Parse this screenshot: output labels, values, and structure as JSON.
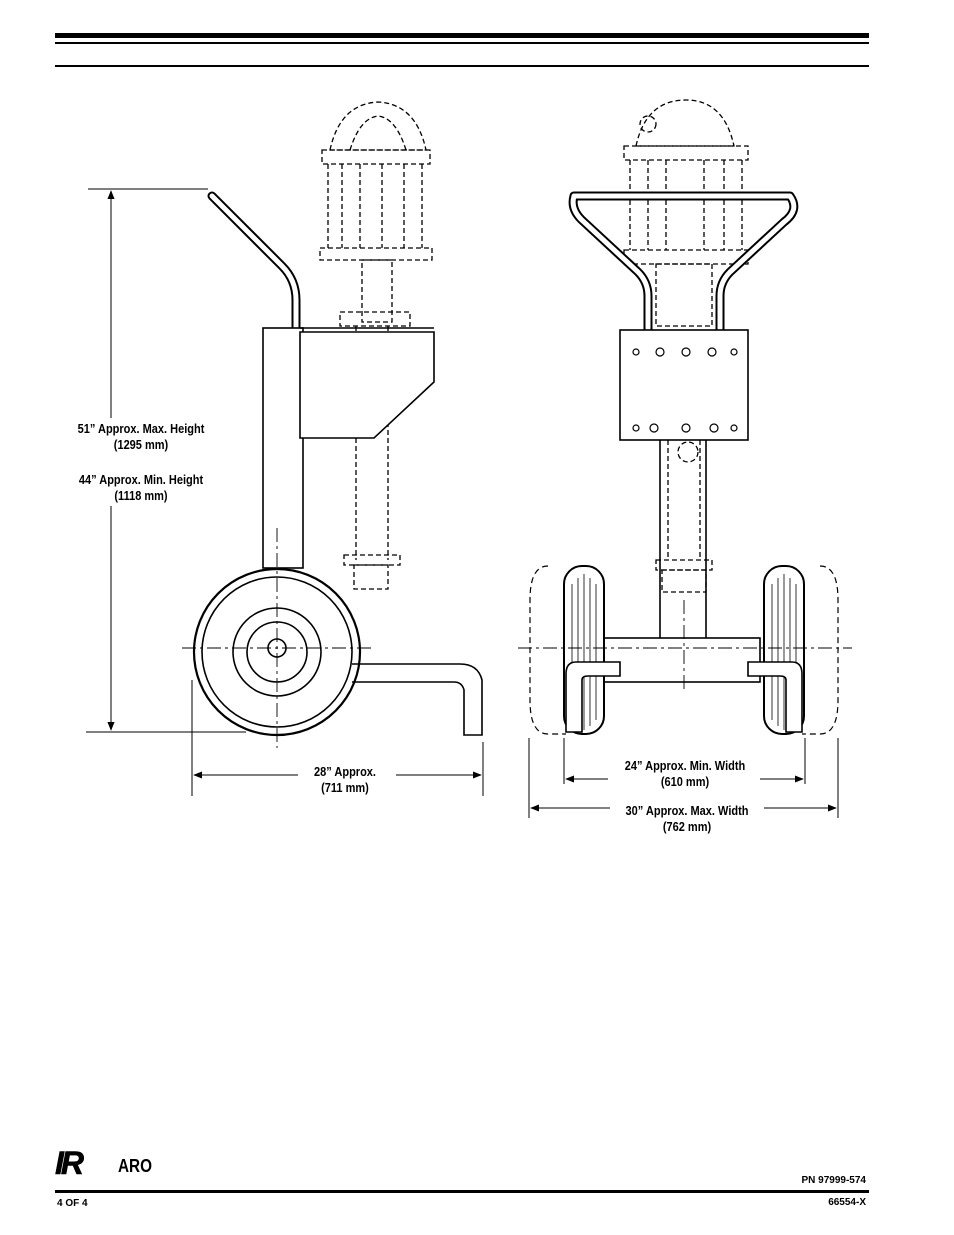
{
  "dimensions": {
    "max_height": "51” Approx. Max. Height",
    "max_height_mm": "(1295 mm)",
    "min_height": "44” Approx. Min. Height",
    "min_height_mm": "(1118 mm)",
    "depth": "28” Approx.",
    "depth_mm": "(711 mm)",
    "min_width": "24” Approx. Min. Width",
    "min_width_mm": "(610 mm)",
    "max_width": "30” Approx. Max. Width",
    "max_width_mm": "(762 mm)"
  },
  "footer": {
    "logo_mark": "IR",
    "logo_brand": "ARO",
    "part_number": "PN 97999-574",
    "page": "4 OF 4",
    "drawing_number": "66554-X"
  }
}
